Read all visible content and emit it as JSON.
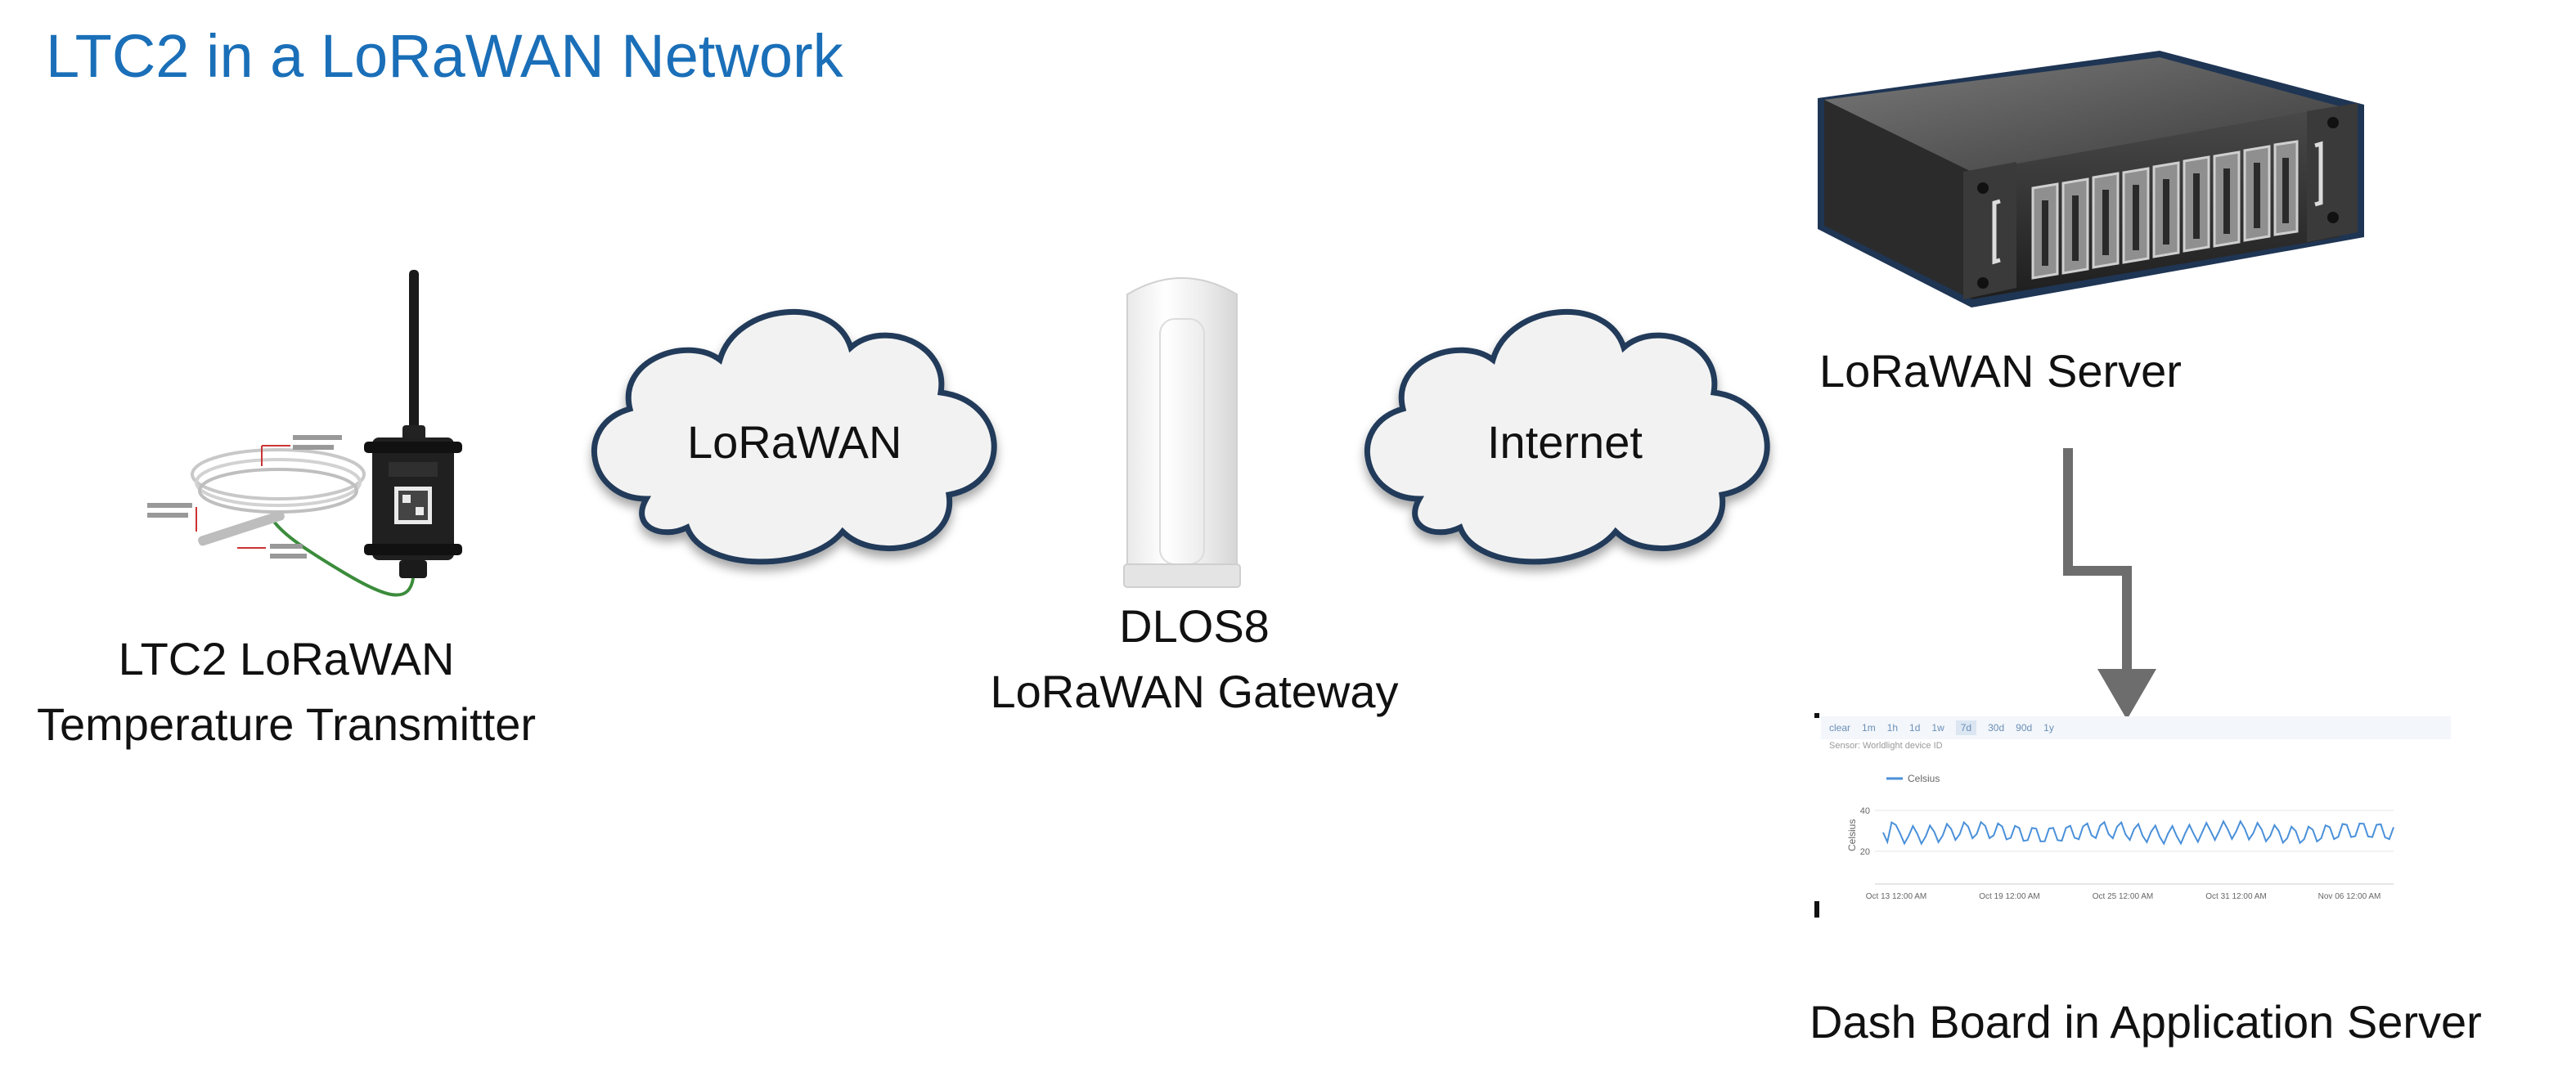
{
  "title": "LTC2 in a LoRaWAN Network",
  "nodes": {
    "transmitter": {
      "line1": "LTC2 LoRaWAN",
      "line2": "Temperature Transmitter"
    },
    "cloud_lorawan": {
      "label": "LoRaWAN"
    },
    "gateway": {
      "line1": "DLOS8",
      "line2": "LoRaWAN Gateway"
    },
    "cloud_internet": {
      "label": "Internet"
    },
    "server": {
      "label": "LoRaWAN Server"
    },
    "dashboard": {
      "label": "Dash Board in Application Server",
      "legend": "Celsius",
      "ylabel": "Celsius",
      "yticks": [
        "40",
        "20"
      ],
      "xticks": [
        "Oct 13 12:00 AM",
        "Oct 19 12:00 AM",
        "Oct 25 12:00 AM",
        "Oct 31 12:00 AM",
        "Nov 06 12:00 AM"
      ],
      "toolbar": [
        "clear",
        "1m",
        "1h",
        "1d",
        "1w",
        "7d",
        "30d",
        "90d",
        "1y"
      ],
      "status": "Sensor: Worldlight device ID"
    }
  },
  "colors": {
    "title": "#1a6fb8",
    "arrow": "#6d6d6d",
    "cloud_fill": "#f2f2f2",
    "cloud_stroke": "#223a5a",
    "series": "#4a90d9"
  }
}
